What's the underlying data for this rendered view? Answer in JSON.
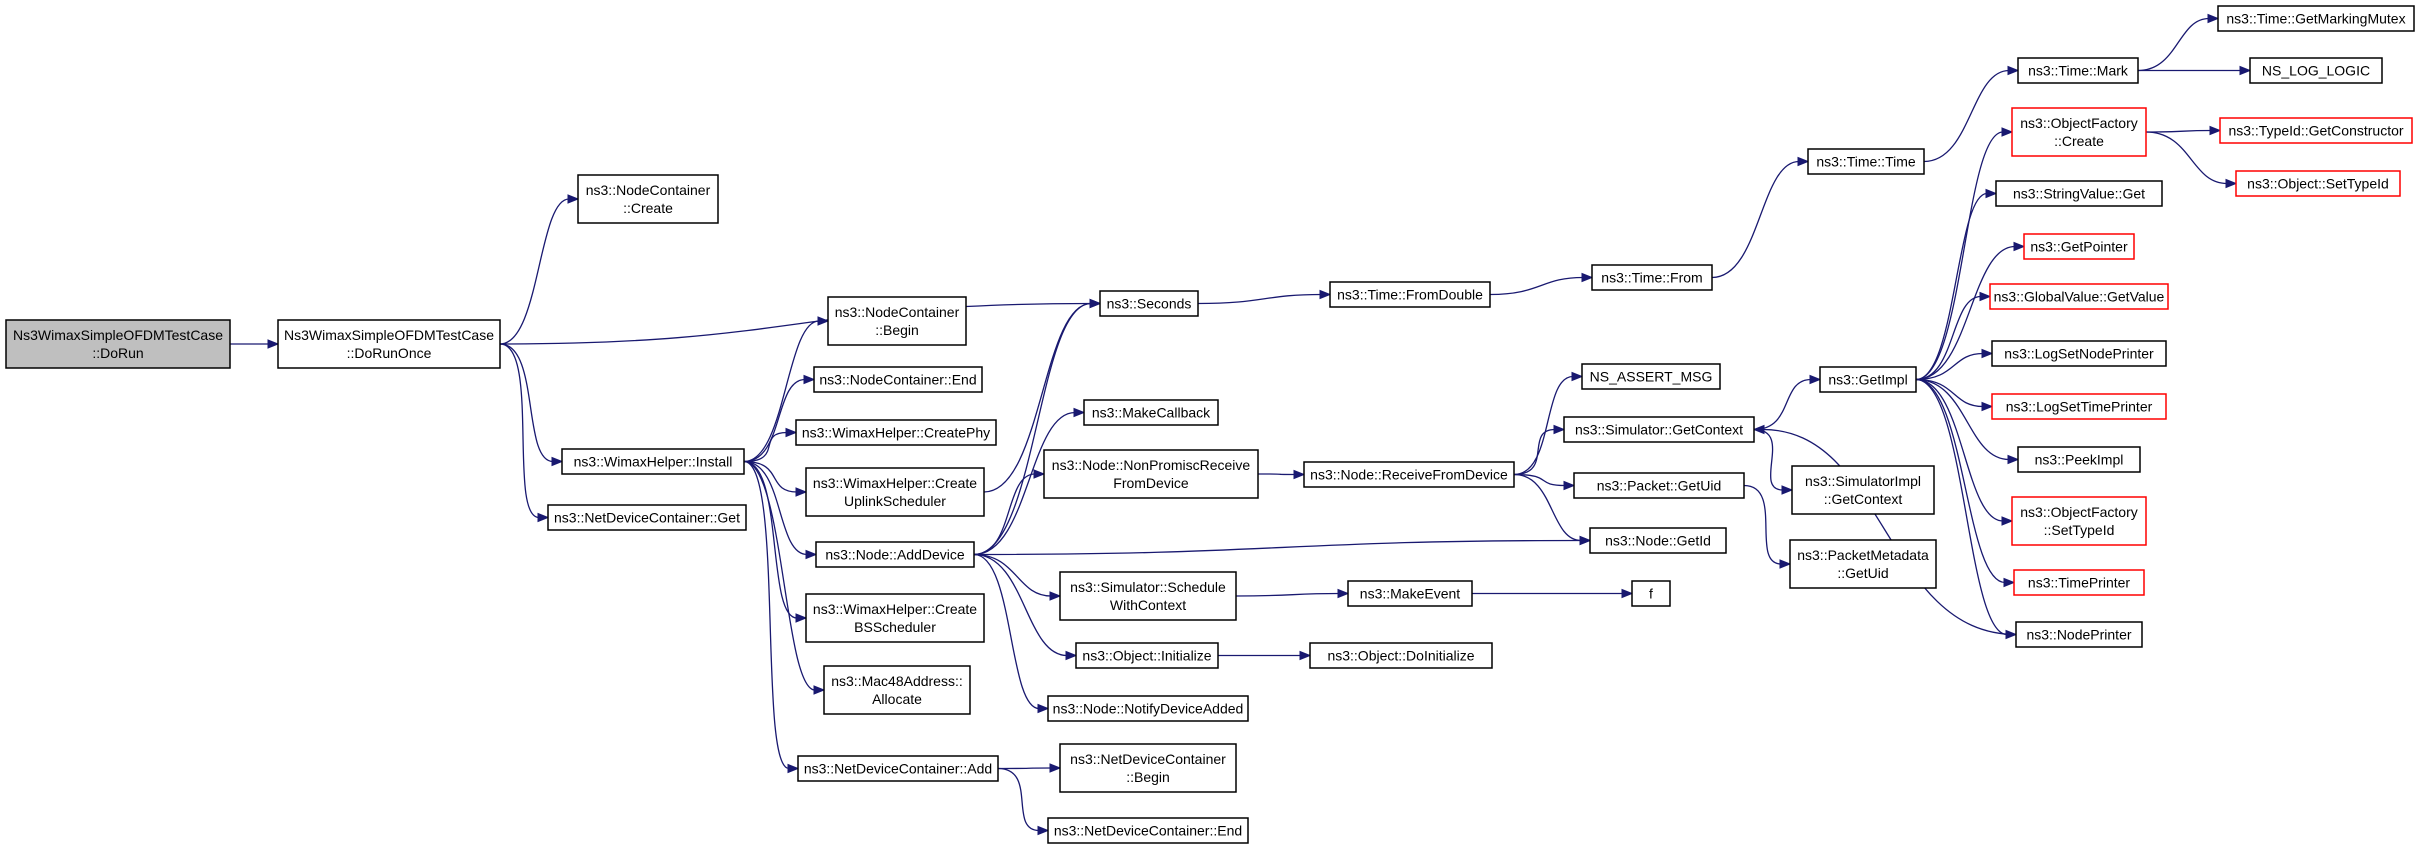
{
  "colors": {
    "edge": "#191970",
    "node_border": "#000000",
    "missing_doc_border": "#ff0000",
    "root_fill": "#bfbfbf"
  },
  "nodes": [
    {
      "id": "root",
      "lines": [
        "Ns3WimaxSimpleOFDMTestCase",
        "::DoRun"
      ],
      "style": "root"
    },
    {
      "id": "dorunonce",
      "lines": [
        "Ns3WimaxSimpleOFDMTestCase",
        "::DoRunOnce"
      ],
      "style": "normal"
    },
    {
      "id": "nc_create",
      "lines": [
        "ns3::NodeContainer",
        "::Create"
      ],
      "style": "normal"
    },
    {
      "id": "wh_install",
      "lines": [
        "ns3::WimaxHelper::Install"
      ],
      "style": "normal"
    },
    {
      "id": "ndc_get",
      "lines": [
        "ns3::NetDeviceContainer::Get"
      ],
      "style": "normal"
    },
    {
      "id": "nc_begin",
      "lines": [
        "ns3::NodeContainer",
        "::Begin"
      ],
      "style": "normal"
    },
    {
      "id": "nc_end",
      "lines": [
        "ns3::NodeContainer::End"
      ],
      "style": "normal"
    },
    {
      "id": "wh_createphy",
      "lines": [
        "ns3::WimaxHelper::CreatePhy"
      ],
      "style": "normal"
    },
    {
      "id": "wh_uplink",
      "lines": [
        "ns3::WimaxHelper::Create",
        "UplinkScheduler"
      ],
      "style": "normal"
    },
    {
      "id": "node_adddevice",
      "lines": [
        "ns3::Node::AddDevice"
      ],
      "style": "normal"
    },
    {
      "id": "wh_bs",
      "lines": [
        "ns3::WimaxHelper::Create",
        "BSScheduler"
      ],
      "style": "normal"
    },
    {
      "id": "mac48",
      "lines": [
        "ns3::Mac48Address::",
        "Allocate"
      ],
      "style": "normal"
    },
    {
      "id": "ndc_add",
      "lines": [
        "ns3::NetDeviceContainer::Add"
      ],
      "style": "normal"
    },
    {
      "id": "seconds",
      "lines": [
        "ns3::Seconds"
      ],
      "style": "normal"
    },
    {
      "id": "makecallback",
      "lines": [
        "ns3::MakeCallback"
      ],
      "style": "normal"
    },
    {
      "id": "nonpromisc",
      "lines": [
        "ns3::Node::NonPromiscReceive",
        "FromDevice"
      ],
      "style": "normal"
    },
    {
      "id": "sched_ctx",
      "lines": [
        "ns3::Simulator::Schedule",
        "WithContext"
      ],
      "style": "normal"
    },
    {
      "id": "obj_init",
      "lines": [
        "ns3::Object::Initialize"
      ],
      "style": "normal"
    },
    {
      "id": "notify_added",
      "lines": [
        "ns3::Node::NotifyDeviceAdded"
      ],
      "style": "normal"
    },
    {
      "id": "ndc_begin",
      "lines": [
        "ns3::NetDeviceContainer",
        "::Begin"
      ],
      "style": "normal"
    },
    {
      "id": "ndc_end",
      "lines": [
        "ns3::NetDeviceContainer::End"
      ],
      "style": "normal"
    },
    {
      "id": "fromdouble",
      "lines": [
        "ns3::Time::FromDouble"
      ],
      "style": "normal"
    },
    {
      "id": "recvfromdev",
      "lines": [
        "ns3::Node::ReceiveFromDevice"
      ],
      "style": "normal"
    },
    {
      "id": "makeevent",
      "lines": [
        "ns3::MakeEvent"
      ],
      "style": "normal"
    },
    {
      "id": "doinit",
      "lines": [
        "ns3::Object::DoInitialize"
      ],
      "style": "normal"
    },
    {
      "id": "time_from",
      "lines": [
        "ns3::Time::From"
      ],
      "style": "normal"
    },
    {
      "id": "assert_msg",
      "lines": [
        "NS_ASSERT_MSG"
      ],
      "style": "normal"
    },
    {
      "id": "getcontext",
      "lines": [
        "ns3::Simulator::GetContext"
      ],
      "style": "normal"
    },
    {
      "id": "pkt_getuid",
      "lines": [
        "ns3::Packet::GetUid"
      ],
      "style": "normal"
    },
    {
      "id": "node_getid",
      "lines": [
        "ns3::Node::GetId"
      ],
      "style": "normal"
    },
    {
      "id": "f",
      "lines": [
        "f"
      ],
      "style": "normal"
    },
    {
      "id": "time_time",
      "lines": [
        "ns3::Time::Time"
      ],
      "style": "normal"
    },
    {
      "id": "getimpl",
      "lines": [
        "ns3::GetImpl"
      ],
      "style": "normal"
    },
    {
      "id": "simimpl_ctx",
      "lines": [
        "ns3::SimulatorImpl",
        "::GetContext"
      ],
      "style": "normal"
    },
    {
      "id": "pktmeta",
      "lines": [
        "ns3::PacketMetadata",
        "::GetUid"
      ],
      "style": "normal"
    },
    {
      "id": "time_mark",
      "lines": [
        "ns3::Time::Mark"
      ],
      "style": "normal"
    },
    {
      "id": "of_create",
      "lines": [
        "ns3::ObjectFactory",
        "::Create"
      ],
      "style": "red"
    },
    {
      "id": "sv_get",
      "lines": [
        "ns3::StringValue::Get"
      ],
      "style": "normal"
    },
    {
      "id": "getpointer",
      "lines": [
        "ns3::GetPointer"
      ],
      "style": "red"
    },
    {
      "id": "gv_getvalue",
      "lines": [
        "ns3::GlobalValue::GetValue"
      ],
      "style": "red"
    },
    {
      "id": "logsetnode",
      "lines": [
        "ns3::LogSetNodePrinter"
      ],
      "style": "normal"
    },
    {
      "id": "logsettime",
      "lines": [
        "ns3::LogSetTimePrinter"
      ],
      "style": "red"
    },
    {
      "id": "peekimpl",
      "lines": [
        "ns3::PeekImpl"
      ],
      "style": "normal"
    },
    {
      "id": "of_settypeid",
      "lines": [
        "ns3::ObjectFactory",
        "::SetTypeId"
      ],
      "style": "red"
    },
    {
      "id": "timeprinter",
      "lines": [
        "ns3::TimePrinter"
      ],
      "style": "red"
    },
    {
      "id": "nodeprinter",
      "lines": [
        "ns3::NodePrinter"
      ],
      "style": "normal"
    },
    {
      "id": "getmarkingmutex",
      "lines": [
        "ns3::Time::GetMarkingMutex"
      ],
      "style": "normal"
    },
    {
      "id": "ns_log_logic",
      "lines": [
        "NS_LOG_LOGIC"
      ],
      "style": "normal"
    },
    {
      "id": "typeid_getctor",
      "lines": [
        "ns3::TypeId::GetConstructor"
      ],
      "style": "red"
    },
    {
      "id": "obj_settypeid",
      "lines": [
        "ns3::Object::SetTypeId"
      ],
      "style": "red"
    }
  ],
  "edges": [
    [
      "root",
      "dorunonce"
    ],
    [
      "dorunonce",
      "nc_create"
    ],
    [
      "dorunonce",
      "seconds"
    ],
    [
      "dorunonce",
      "wh_install"
    ],
    [
      "dorunonce",
      "ndc_get"
    ],
    [
      "wh_install",
      "nc_begin"
    ],
    [
      "wh_install",
      "nc_end"
    ],
    [
      "wh_install",
      "wh_createphy"
    ],
    [
      "wh_install",
      "wh_uplink"
    ],
    [
      "wh_install",
      "node_adddevice"
    ],
    [
      "wh_install",
      "wh_bs"
    ],
    [
      "wh_install",
      "mac48"
    ],
    [
      "wh_install",
      "ndc_add"
    ],
    [
      "wh_uplink",
      "seconds"
    ],
    [
      "node_adddevice",
      "seconds"
    ],
    [
      "node_adddevice",
      "makecallback"
    ],
    [
      "node_adddevice",
      "nonpromisc"
    ],
    [
      "node_adddevice",
      "node_getid"
    ],
    [
      "node_adddevice",
      "sched_ctx"
    ],
    [
      "node_adddevice",
      "obj_init"
    ],
    [
      "node_adddevice",
      "notify_added"
    ],
    [
      "ndc_add",
      "ndc_begin"
    ],
    [
      "ndc_add",
      "ndc_end"
    ],
    [
      "seconds",
      "fromdouble"
    ],
    [
      "fromdouble",
      "time_from"
    ],
    [
      "time_from",
      "time_time"
    ],
    [
      "time_time",
      "time_mark"
    ],
    [
      "time_mark",
      "getmarkingmutex"
    ],
    [
      "time_mark",
      "ns_log_logic"
    ],
    [
      "nonpromisc",
      "recvfromdev"
    ],
    [
      "recvfromdev",
      "assert_msg"
    ],
    [
      "recvfromdev",
      "getcontext"
    ],
    [
      "recvfromdev",
      "pkt_getuid"
    ],
    [
      "recvfromdev",
      "node_getid"
    ],
    [
      "sched_ctx",
      "makeevent"
    ],
    [
      "makeevent",
      "f"
    ],
    [
      "obj_init",
      "doinit"
    ],
    [
      "getcontext",
      "getimpl"
    ],
    [
      "getcontext",
      "simimpl_ctx"
    ],
    [
      "pkt_getuid",
      "pktmeta"
    ],
    [
      "getimpl",
      "of_create"
    ],
    [
      "getimpl",
      "sv_get"
    ],
    [
      "getimpl",
      "getpointer"
    ],
    [
      "getimpl",
      "gv_getvalue"
    ],
    [
      "getimpl",
      "logsetnode"
    ],
    [
      "getimpl",
      "logsettime"
    ],
    [
      "getimpl",
      "peekimpl"
    ],
    [
      "getimpl",
      "of_settypeid"
    ],
    [
      "getimpl",
      "timeprinter"
    ],
    [
      "getimpl",
      "nodeprinter"
    ],
    [
      "nodeprinter",
      "getcontext"
    ],
    [
      "of_create",
      "typeid_getctor"
    ],
    [
      "of_create",
      "obj_settypeid"
    ]
  ]
}
